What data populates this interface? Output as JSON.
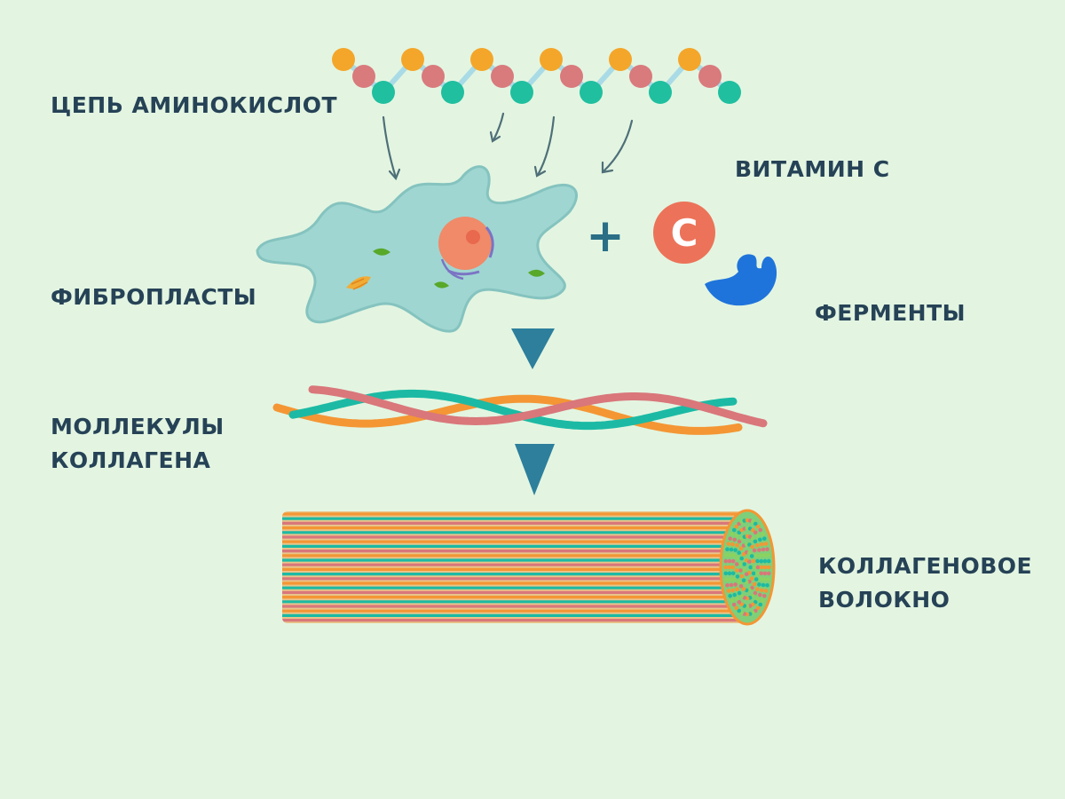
{
  "labels": {
    "amino_chain": "ЦЕПЬ АМИНОКИСЛОТ",
    "vitamin_c": "ВИТАМИН С",
    "fibroblasts": "ФИБРОПЛАСТЫ",
    "enzymes": "ФЕРМЕНТЫ",
    "collagen_molecules": [
      "МОЛЛЕКУЛЫ",
      "КОЛЛАГЕНА"
    ],
    "collagen_fiber": [
      "КОЛЛАГЕНОВОЕ",
      "ВОЛОКНО"
    ]
  },
  "symbols": {
    "plus": "+",
    "vitamin_c_letter": "C"
  },
  "icons": [
    "amino-acid-chain-icon",
    "fibroblast-cell-icon",
    "vitamin-c-icon",
    "enzyme-icon",
    "collagen-triple-helix-icon",
    "collagen-fiber-icon",
    "down-arrow-icon"
  ],
  "colors": {
    "background": "#e3f5e1",
    "text": "#264256",
    "amino_orange": "#f4a62a",
    "amino_pink": "#d97a7c",
    "amino_teal": "#1fbf9f",
    "cell": "#9fd6d2",
    "nucleus": "#f08a68",
    "vitamin_c": "#ec7359",
    "enzyme": "#1f74db",
    "helix_teal": "#1cbaa4",
    "helix_orange": "#f49634",
    "helix_pink": "#d9777b",
    "arrow": "#2d7f9c"
  }
}
